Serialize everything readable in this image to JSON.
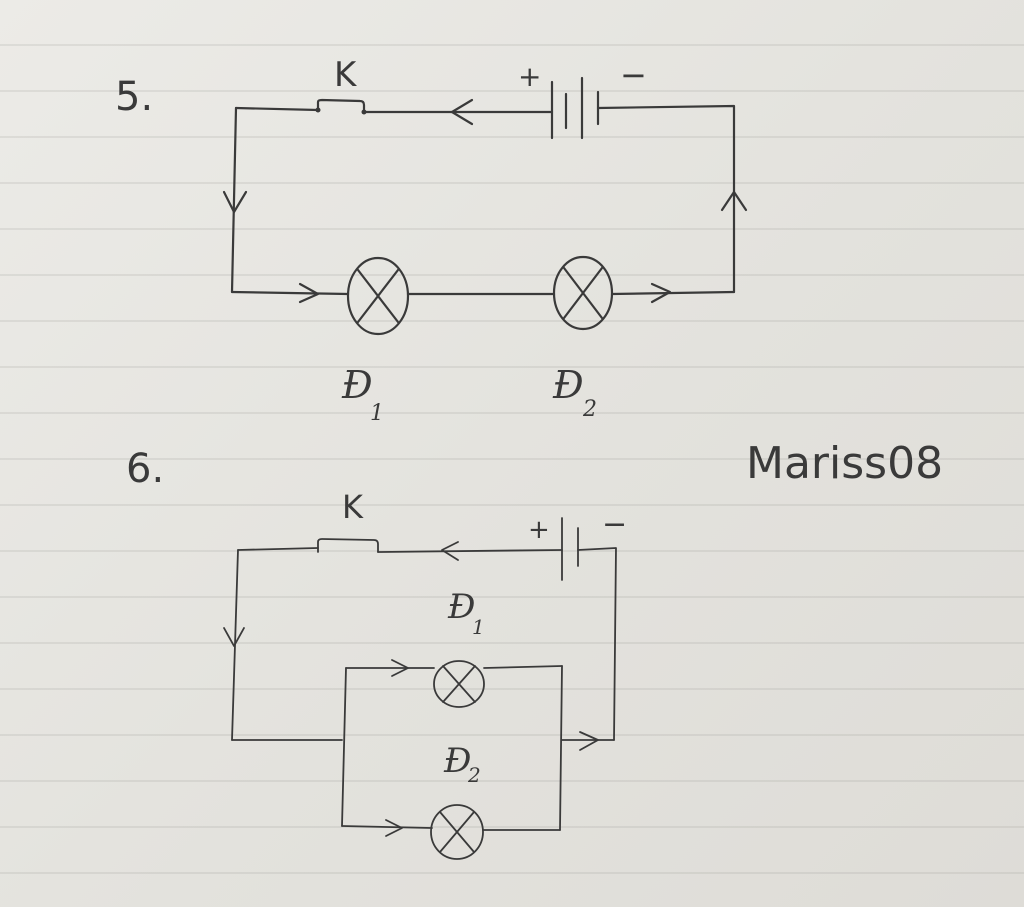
{
  "problems": [
    {
      "number": "5.",
      "switch_label": "K",
      "battery_plus": "+",
      "battery_minus": "−",
      "lamp1_label": "Đ",
      "lamp1_sub": "1",
      "lamp2_label": "Đ",
      "lamp2_sub": "2"
    },
    {
      "number": "6.",
      "switch_label": "K",
      "battery_plus": "+",
      "battery_minus": "−",
      "lamp1_label": "Đ",
      "lamp1_sub": "1",
      "lamp2_label": "Đ",
      "lamp2_sub": "2"
    }
  ],
  "signature": "Mariss08"
}
